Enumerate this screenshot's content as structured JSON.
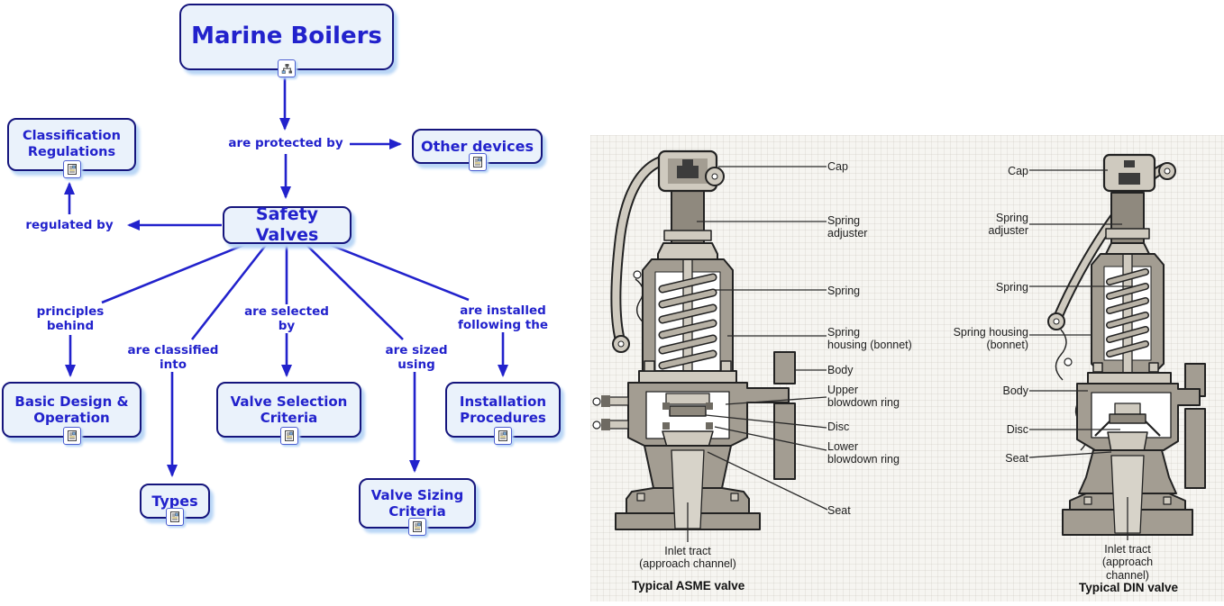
{
  "concept_map": {
    "nodes": {
      "marine_boilers": {
        "label": "Marine Boilers"
      },
      "classification_regulations": {
        "label": "Classification\nRegulations"
      },
      "other_devices": {
        "label": "Other devices"
      },
      "safety_valves": {
        "label": "Safety Valves"
      },
      "basic_design": {
        "label": "Basic Design &\nOperation"
      },
      "valve_selection": {
        "label": "Valve Selection\nCriteria"
      },
      "installation_procedures": {
        "label": "Installation\nProcedures"
      },
      "types": {
        "label": "Types"
      },
      "valve_sizing": {
        "label": "Valve Sizing\nCriteria"
      }
    },
    "links": {
      "are_protected_by": "are protected by",
      "regulated_by": "regulated by",
      "principles_behind": "principles\nbehind",
      "are_classified_into": "are classified\ninto",
      "are_selected_by": "are selected\nby",
      "are_sized_using": "are sized\nusing",
      "are_installed_following": "are installed\nfollowing the"
    },
    "colors": {
      "node_fill": "#eaf2fb",
      "node_border": "#15157d",
      "text_blue": "#2222cc",
      "shadow": "#b9d6f6"
    }
  },
  "valve_figure": {
    "background": "#f6f5f1",
    "asme": {
      "caption": "Typical ASME valve",
      "labels": {
        "cap": "Cap",
        "spring_adjuster": "Spring\nadjuster",
        "spring": "Spring",
        "spring_housing": "Spring\nhousing (bonnet)",
        "body": "Body",
        "upper_blowdown_ring": "Upper\nblowdown ring",
        "disc": "Disc",
        "lower_blowdown_ring": "Lower\nblowdown ring",
        "seat": "Seat",
        "inlet_tract": "Inlet tract\n(approach channel)"
      }
    },
    "din": {
      "caption": "Typical DIN valve",
      "labels": {
        "cap": "Cap",
        "spring_adjuster": "Spring\nadjuster",
        "spring": "Spring",
        "spring_housing": "Spring housing\n(bonnet)",
        "body": "Body",
        "disc": "Disc",
        "seat": "Seat",
        "inlet_tract": "Inlet tract\n(approach channel)"
      }
    }
  }
}
